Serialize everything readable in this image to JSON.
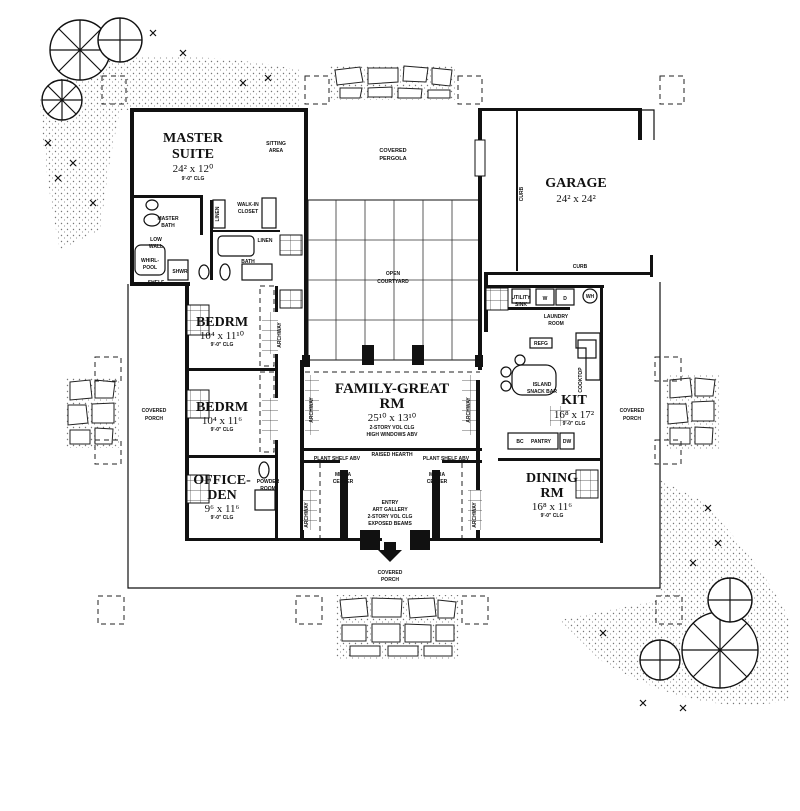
{
  "rooms": {
    "master_suite": {
      "name_1": "MASTER",
      "name_2": "SUITE",
      "dim": "24² x 12⁰",
      "clg": "9'-0\" CLG"
    },
    "sitting_area": {
      "line_1": "SITTING",
      "line_2": "AREA"
    },
    "covered_pergola": {
      "line_1": "COVERED",
      "line_2": "PERGOLA"
    },
    "garage": {
      "name": "GARAGE",
      "dim": "24² x 24²",
      "curb_side": "CURB",
      "curb_bottom": "CURB"
    },
    "walk_in_closet": {
      "line_1": "WALK-IN",
      "line_2": "CLOSET"
    },
    "master_bath": {
      "line_1": "MASTER",
      "line_2": "BATH"
    },
    "linen_1": "LINEN",
    "linen_2": "LINEN",
    "low_wall": {
      "line_1": "LOW",
      "line_2": "WALL"
    },
    "whirlpool": {
      "line_1": "WHIRL-",
      "line_2": "POOL"
    },
    "shower": "SHWR",
    "shelf": "SHELF",
    "bath": "BATH",
    "open_courtyard": {
      "line_1": "OPEN",
      "line_2": "COURTYARD"
    },
    "utility_sink": {
      "line_1": "UTILITY",
      "line_2": "SINK"
    },
    "washer": "W",
    "dryer": "D",
    "water_heater": "WH",
    "laundry_room": {
      "line_1": "LAUNDRY",
      "line_2": "ROOM"
    },
    "refrigerator": "REFG",
    "island_snack_bar": {
      "line_1": "ISLAND",
      "line_2": "SNACK BAR"
    },
    "cooktop": "COOKTOP",
    "bedroom_1": {
      "name": "BEDRM",
      "dim": "10⁴ x 11¹⁰",
      "clg": "9'-0\" CLG"
    },
    "bedroom_2": {
      "name": "BEDRM",
      "dim": "10⁴ x 11⁶",
      "clg": "9'-0\" CLG"
    },
    "family_great": {
      "name_1": "FAMILY-GREAT",
      "name_2": "RM",
      "dim": "25¹⁰ x 13¹⁰",
      "note_1": "2-STORY VOL CLG",
      "note_2": "HIGH WINDOWS ABV"
    },
    "kitchen": {
      "name": "KIT",
      "dim": "16⁸ x 17²",
      "clg": "9'-0\" CLG"
    },
    "bc": "BC",
    "pantry": "PANTRY",
    "dw": "DW",
    "covered_porch_left": {
      "line_1": "COVERED",
      "line_2": "PORCH"
    },
    "covered_porch_right": {
      "line_1": "COVERED",
      "line_2": "PORCH"
    },
    "covered_porch_front": {
      "line_1": "COVERED",
      "line_2": "PORCH"
    },
    "archway_left": "ARCHWAY",
    "archway_right": "ARCHWAY",
    "archway_bl_1": "ARCHWAY",
    "archway_bl_2": "ARCHWAY",
    "archway_br": "ARCHWAY",
    "plant_shelf_left": "PLANT SHELF ABV",
    "plant_shelf_right": "PLANT SHELF ABV",
    "raised_hearth": "RAISED HEARTH",
    "media_center_left": {
      "line_1": "MEDIA",
      "line_2": "CENTER"
    },
    "media_center_right": {
      "line_1": "MEDIA",
      "line_2": "CENTER"
    },
    "office_den": {
      "name_1": "OFFICE-",
      "name_2": "DEN",
      "dim": "9⁶ x 11⁶",
      "clg": "9'-0\" CLG"
    },
    "powder_room": {
      "line_1": "POWDER",
      "line_2": "ROOM"
    },
    "entry": {
      "line_1": "ENTRY",
      "line_2": "ART GALLERY",
      "line_3": "2-STORY VOL CLG",
      "line_4": "EXPOSED BEAMS"
    },
    "dining": {
      "name_1": "DINING",
      "name_2": "RM",
      "dim": "16⁸ x 11⁶",
      "clg": "9'-0\" CLG"
    }
  }
}
